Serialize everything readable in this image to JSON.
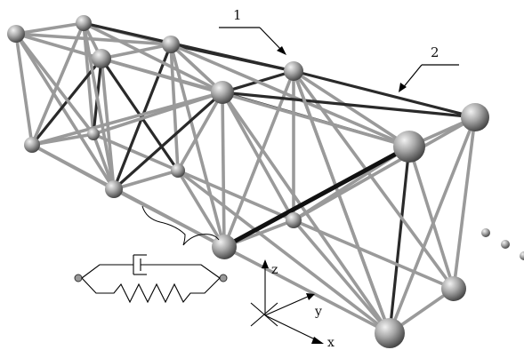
{
  "labels": {
    "pointer_1": "1",
    "pointer_2": "2"
  },
  "axes": {
    "x": "x",
    "y": "y",
    "z": "z"
  },
  "colors": {
    "background": "#ffffff",
    "strut_light": "#9a9a9a",
    "strut_dark": "#2a2a2a",
    "node_fill": "#a8a8a8",
    "line": "#000000"
  },
  "icons": {
    "node": "sphere-node",
    "damper": "dashpot-symbol",
    "spring": "zigzag-spring-symbol",
    "continuation": "ellipsis-dots"
  }
}
